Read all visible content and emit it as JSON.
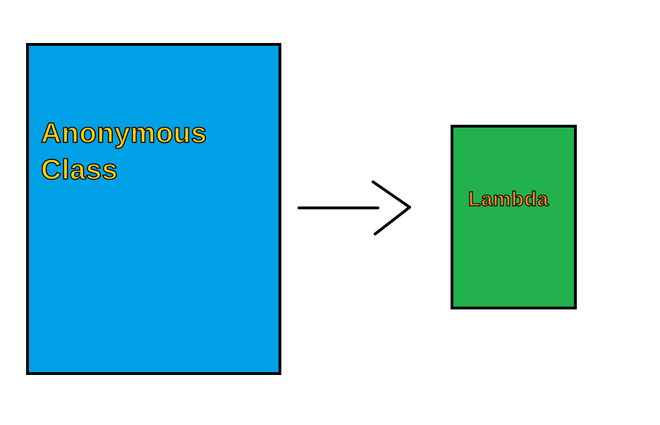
{
  "colors": {
    "background": "#ffffff",
    "border": "#000000",
    "anonymous_fill": "#00a0e6",
    "anonymous_text": "#ffc90e",
    "lambda_fill": "#22b14c",
    "lambda_text": "#ff7f27"
  },
  "nodes": {
    "anonymous": {
      "line1": "Anonymous",
      "line2": "Class"
    },
    "lambda": {
      "label": "Lambda"
    }
  },
  "edges": [
    {
      "from": "anonymous",
      "to": "lambda",
      "style": "open-arrow"
    }
  ]
}
